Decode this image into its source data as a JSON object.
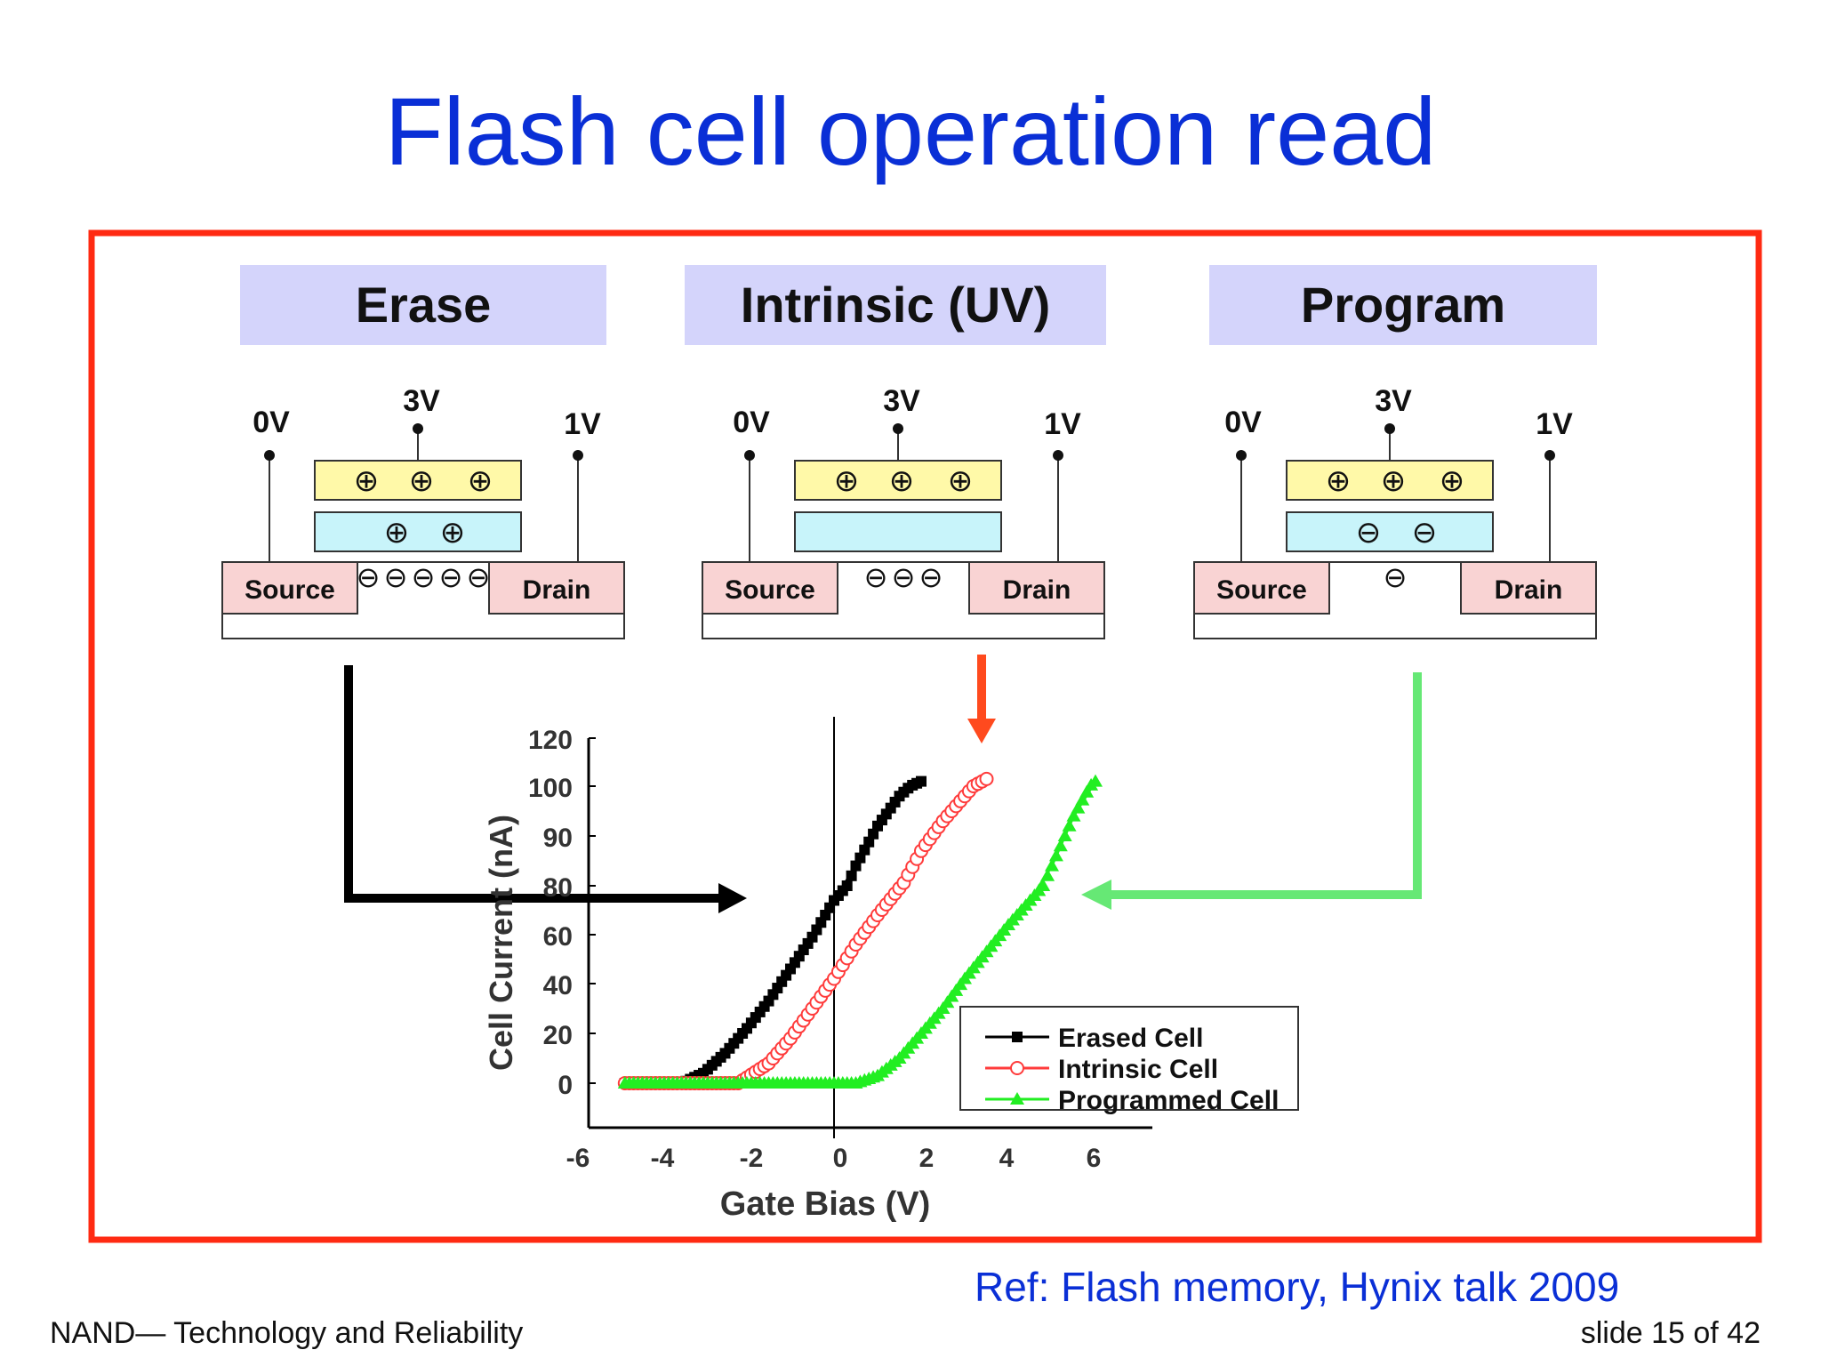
{
  "slide": {
    "title": "Flash cell operation read",
    "reference": "Ref: Flash memory, Hynix talk 2009",
    "footer_left": "NAND— Technology and Reliability",
    "footer_right": "slide 15 of 42"
  },
  "colors": {
    "title_blue": "#0a2fd6",
    "frame_red": "#ff2a12",
    "header_lavender": "#d4d4fb",
    "gate_yellow": "#fff9a8",
    "floating_cyan": "#c8f4fa",
    "terminal_pink": "#f9d3d3",
    "arrow_black": "#000000",
    "arrow_red": "#ff4a1e",
    "arrow_green": "#66e875",
    "erased": "#000000",
    "intrinsic": "#ff3b3b",
    "programmed": "#22ee22"
  },
  "cells": [
    {
      "header": "Erase",
      "v_source": "0V",
      "v_gate": "3V",
      "v_drain": "1V",
      "gate_charges": [
        "⊕",
        "⊕",
        "⊕"
      ],
      "floating_charges": [
        "⊕",
        "⊕"
      ],
      "channel_charges": [
        "⊖",
        "⊖",
        "⊖",
        "⊖",
        "⊖"
      ],
      "source_label": "Source",
      "drain_label": "Drain"
    },
    {
      "header": "Intrinsic (UV)",
      "v_source": "0V",
      "v_gate": "3V",
      "v_drain": "1V",
      "gate_charges": [
        "⊕",
        "⊕",
        "⊕"
      ],
      "floating_charges": [],
      "channel_charges": [
        "⊖",
        "⊖",
        "⊖"
      ],
      "source_label": "Source",
      "drain_label": "Drain"
    },
    {
      "header": "Program",
      "v_source": "0V",
      "v_gate": "3V",
      "v_drain": "1V",
      "gate_charges": [
        "⊕",
        "⊕",
        "⊕"
      ],
      "floating_charges": [
        "⊖",
        "⊖"
      ],
      "channel_charges": [
        "⊖"
      ],
      "source_label": "Source",
      "drain_label": "Drain"
    }
  ],
  "chart_data": {
    "type": "line",
    "xlabel": "Gate Bias (V)",
    "ylabel": "Cell Current (nA)",
    "x_ticks": [
      "-6",
      "-4",
      "-2",
      "0",
      "2",
      "4",
      "6"
    ],
    "y_ticks": [
      "120",
      "100",
      "90",
      "80",
      "60",
      "40",
      "20",
      "0"
    ],
    "legend_position": "bottom-right",
    "series": [
      {
        "name": "Erased Cell",
        "marker": "square",
        "color": "#000000",
        "x": [
          -4.8,
          -3.5,
          -3.0,
          -2.5,
          -2.0,
          -1.5,
          -1.0,
          -0.5,
          0.0,
          0.5,
          1.0,
          1.5,
          2.0
        ],
        "y": [
          0,
          0,
          4,
          12,
          22,
          33,
          46,
          59,
          74,
          84,
          92,
          98,
          102
        ]
      },
      {
        "name": "Intrinsic Cell",
        "marker": "circle-open",
        "color": "#ff3b3b",
        "x": [
          -4.8,
          -2.2,
          -1.5,
          -1.0,
          -0.5,
          0.0,
          0.5,
          1.0,
          1.5,
          2.0,
          2.5,
          3.0,
          3.5
        ],
        "y": [
          0,
          0,
          8,
          18,
          30,
          42,
          56,
          68,
          79,
          87,
          93,
          98,
          103
        ]
      },
      {
        "name": "Programmed Cell",
        "marker": "triangle",
        "color": "#22ee22",
        "x": [
          -4.8,
          0.5,
          1.0,
          1.5,
          2.0,
          2.5,
          3.0,
          3.5,
          4.0,
          4.5,
          5.0,
          5.5,
          6.0
        ],
        "y": [
          0,
          0,
          3,
          10,
          20,
          30,
          42,
          53,
          64,
          74,
          84,
          94,
          102
        ]
      }
    ]
  }
}
